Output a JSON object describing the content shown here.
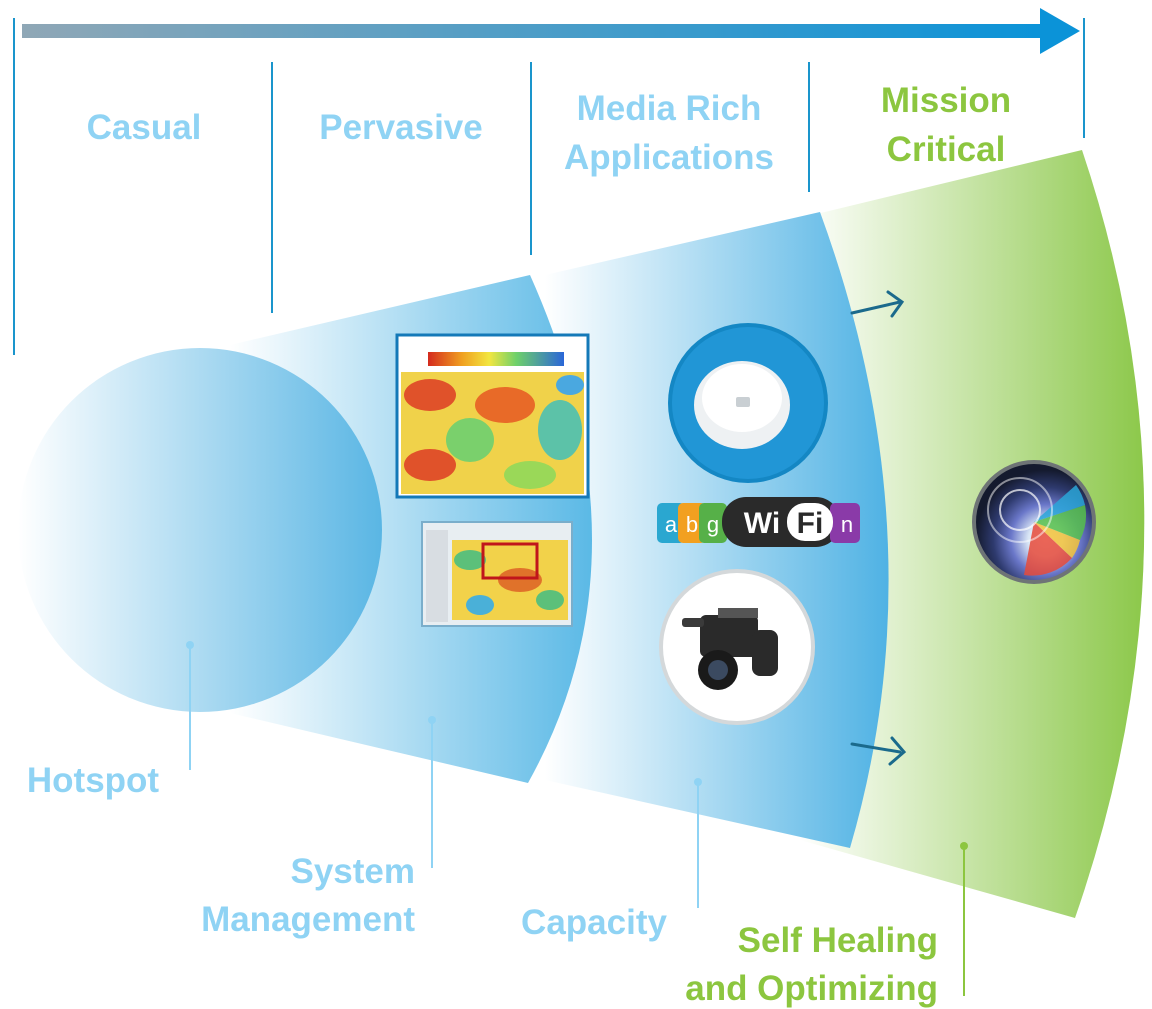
{
  "phases": {
    "casual": "Casual",
    "pervasive": "Pervasive",
    "media_rich_line1": "Media Rich",
    "media_rich_line2": "Applications",
    "mission_critical_line1": "Mission",
    "mission_critical_line2": "Critical"
  },
  "capabilities": {
    "hotspot": "Hotspot",
    "system_management_line1": "System",
    "system_management_line2": "Management",
    "capacity": "Capacity",
    "self_healing_line1": "Self Healing",
    "self_healing_line2": "and Optimizing"
  },
  "wifi_badge": {
    "standards": [
      "a",
      "b",
      "g"
    ],
    "word_wi": "Wi",
    "word_fi": "Fi",
    "suffix": "n"
  },
  "colors": {
    "light_blue_text": "#8fd3f4",
    "green_text": "#8cc63f",
    "blue_band": "#5ab8e6",
    "green_band": "#8ccc4a",
    "arrow_blue": "#1b6a8c"
  },
  "icons": [
    "timeline-arrow-icon",
    "heatmap-image",
    "floorplan-screenshot-image",
    "access-point-icon",
    "wifi-logo-icon",
    "video-camera-icon",
    "spectrum-analyzer-icon",
    "growth-arrow-icon"
  ]
}
